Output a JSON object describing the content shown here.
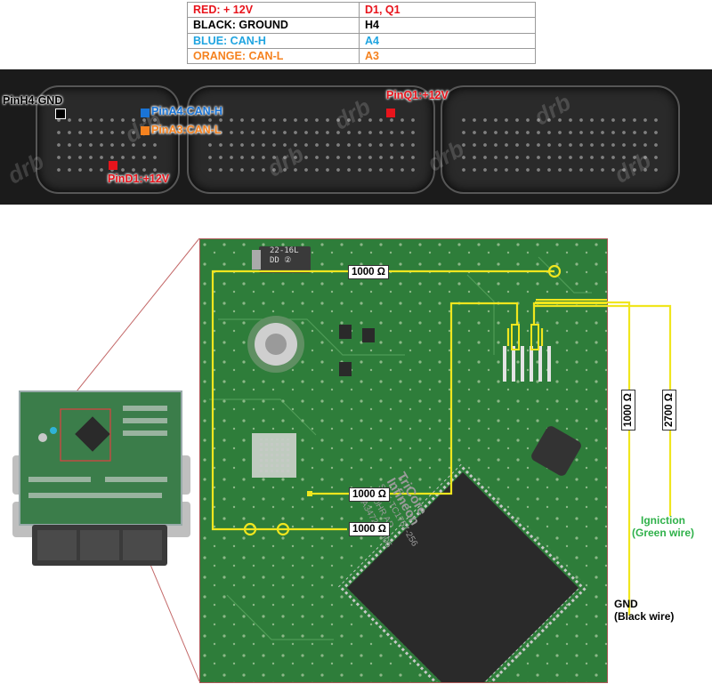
{
  "legend": {
    "rows": [
      {
        "wire": "RED: + 12V",
        "pins": "D1, Q1",
        "color": "#e8141c"
      },
      {
        "wire": "BLACK: GROUND",
        "pins": "H4",
        "color": "#000000"
      },
      {
        "wire": "BLUE: CAN-H",
        "pins": "A4",
        "color": "#1fa4e0"
      },
      {
        "wire": "ORANGE: CAN-L",
        "pins": "A3",
        "color": "#f5821f"
      }
    ]
  },
  "connector": {
    "watermark": "drb",
    "pins": [
      {
        "label": "PinH4:GND",
        "color": "#000000"
      },
      {
        "label": "PinA4:CAN-H",
        "color": "#1a74d6"
      },
      {
        "label": "PinA3:CAN-L",
        "color": "#f5821f"
      },
      {
        "label": "PinD1:+12V",
        "color": "#e8141c"
      },
      {
        "label": "PinQ1:+12V",
        "color": "#e8141c"
      }
    ]
  },
  "pcb": {
    "component_marking": [
      "22-16L",
      "DD ②"
    ],
    "chip_text": [
      "TriCore",
      "Infineon",
      "SAK-TC1767-256",
      "F80HR AD",
      "ZA347255M05"
    ],
    "resistors": {
      "top": "1000 Ω",
      "middle": "1000 Ω",
      "bottom": "1000 Ω",
      "vertical_left": "1000 Ω",
      "vertical_right": "2700 Ω"
    },
    "ignition_label": [
      "Igniction",
      "(Green wire)"
    ],
    "gnd_label": [
      "GND",
      "(Black wire)"
    ],
    "colors": {
      "trace": "#f0e61e",
      "ignition_text": "#2fb14a"
    }
  }
}
